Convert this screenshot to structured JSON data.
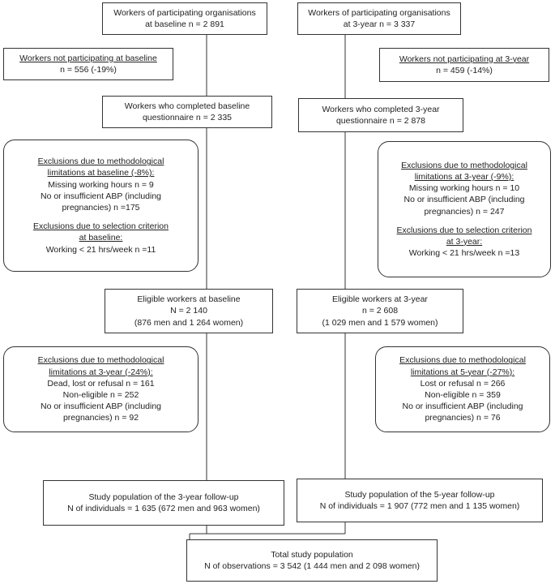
{
  "left": {
    "workers": [
      "Workers of participating organisations",
      "at baseline n = 2 891"
    ],
    "not_participating": {
      "title": "Workers not participating at baseline",
      "value": "n = 556 (-19%)"
    },
    "completed": [
      "Workers who completed baseline",
      "questionnaire n = 2 335"
    ],
    "exclusions1": {
      "title": [
        "Exclusions due to methodological",
        "limitations at baseline (-8%):"
      ],
      "items": [
        "Missing working hours n = 9",
        "No or insufficient ABP (including",
        "pregnancies) n =175"
      ],
      "title2": [
        "Exclusions due to selection criterion",
        "at baseline:"
      ],
      "items2": [
        "Working < 21 hrs/week n =11"
      ]
    },
    "eligible": [
      "Eligible workers at baseline",
      "N = 2 140",
      "(876 men and 1 264 women)"
    ],
    "exclusions2": {
      "title": [
        "Exclusions due to methodological",
        "limitations at 3-year (-24%):"
      ],
      "items": [
        "Dead, lost or refusal n = 161",
        "Non-eligible n = 252",
        "No or insufficient ABP (including",
        "pregnancies) n = 92"
      ]
    },
    "study_pop": [
      "Study population of the 3-year follow-up",
      "N of individuals = 1 635 (672 men and 963 women)"
    ]
  },
  "right": {
    "workers": [
      "Workers of participating organisations",
      "at 3-year n = 3 337"
    ],
    "not_participating": {
      "title": "Workers not participating at 3-year",
      "value": "n = 459 (-14%)"
    },
    "completed": [
      "Workers who completed 3-year",
      "questionnaire n = 2 878"
    ],
    "exclusions1": {
      "title": [
        "Exclusions due to methodological",
        "limitations at 3-year (-9%):"
      ],
      "items": [
        "Missing working hours n = 10",
        "No or insufficient ABP (including",
        "pregnancies) n = 247"
      ],
      "title2": [
        "Exclusions due to selection criterion",
        "at 3-year:"
      ],
      "items2": [
        "Working < 21 hrs/week n =13"
      ]
    },
    "eligible": [
      "Eligible workers at 3-year",
      "n = 2 608",
      "(1 029 men and 1 579 women)"
    ],
    "exclusions2": {
      "title": [
        "Exclusions due to methodological",
        "limitations at 5-year (-27%):"
      ],
      "items": [
        "Lost or refusal n = 266",
        "Non-eligible n = 359",
        "No or insufficient ABP (including",
        "pregnancies) n = 76"
      ]
    },
    "study_pop": [
      "Study population of the 5-year follow-up",
      "N of individuals = 1 907 (772 men and 1 135 women)"
    ]
  },
  "total": [
    "Total study population",
    "N of observations = 3 542 (1 444 men and 2 098 women)"
  ]
}
